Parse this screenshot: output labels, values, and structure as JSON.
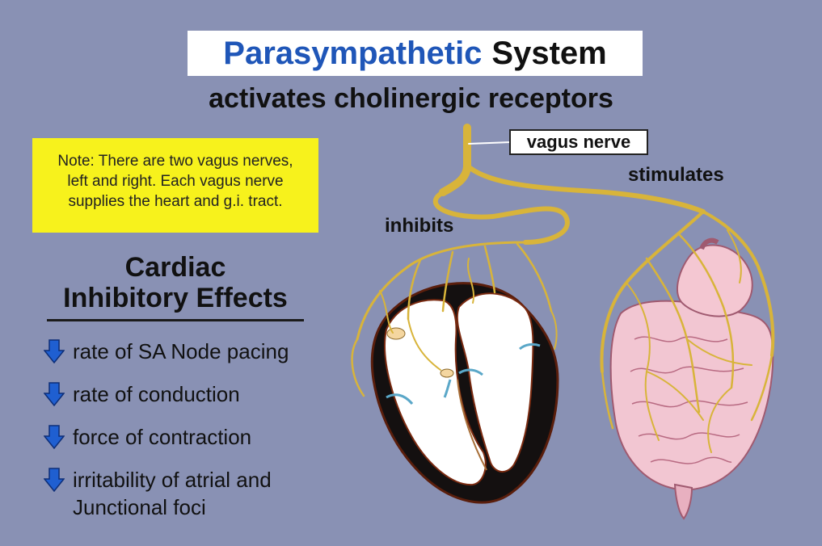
{
  "title": {
    "highlight": "Parasympathetic",
    "rest": "System"
  },
  "subtitle": "activates cholinergic receptors",
  "note": {
    "line1": "Note: There are two vagus nerves,",
    "line2": "left and right. Each vagus nerve",
    "line3": "supplies the heart and g.i. tract."
  },
  "heading": {
    "line1": "Cardiac",
    "line2": "Inhibitory Effects"
  },
  "effects": [
    {
      "text": "rate of SA Node pacing",
      "icon": "down-arrow-icon"
    },
    {
      "text": "rate of conduction",
      "icon": "down-arrow-icon"
    },
    {
      "text": "force of contraction",
      "icon": "down-arrow-icon"
    },
    {
      "text": "irritability of atrial and Junctional foci",
      "icon": "down-arrow-icon"
    }
  ],
  "labels": {
    "vagus_nerve": "vagus nerve",
    "inhibits": "inhibits",
    "stimulates": "stimulates"
  },
  "colors": {
    "background": "#8991b4",
    "title_accent": "#1f56b8",
    "note_background": "#f7f21c",
    "nerve": "#d8b43a",
    "heart_wall": "#111111",
    "intestine": "#f2c6d2",
    "arrow": "#1f5fd1"
  }
}
